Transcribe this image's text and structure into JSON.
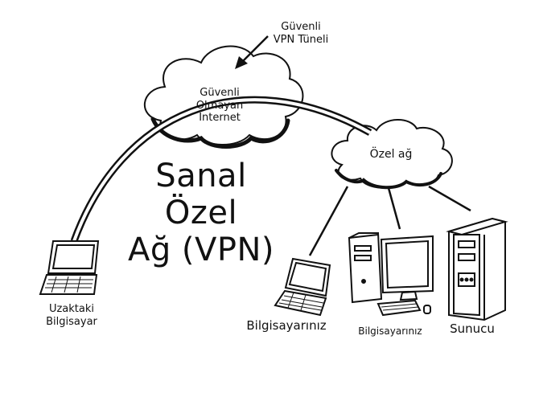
{
  "title": {
    "line1": "Sanal",
    "line2": "Özel",
    "line3": "Ağ (VPN)"
  },
  "labels": {
    "tunnel": "Güvenli\nVPN Tüneli",
    "internet": "Güvenli\nOlmayan\nİnternet",
    "private_net": "Özel ağ",
    "remote": "Uzaktaki\nBilgisayar",
    "computer_laptop": "Bilgisayarınız",
    "computer_desktop": "Bilgisayarınız",
    "server": "Sunucu"
  },
  "colors": {
    "ink": "#111111",
    "background": "#ffffff"
  }
}
